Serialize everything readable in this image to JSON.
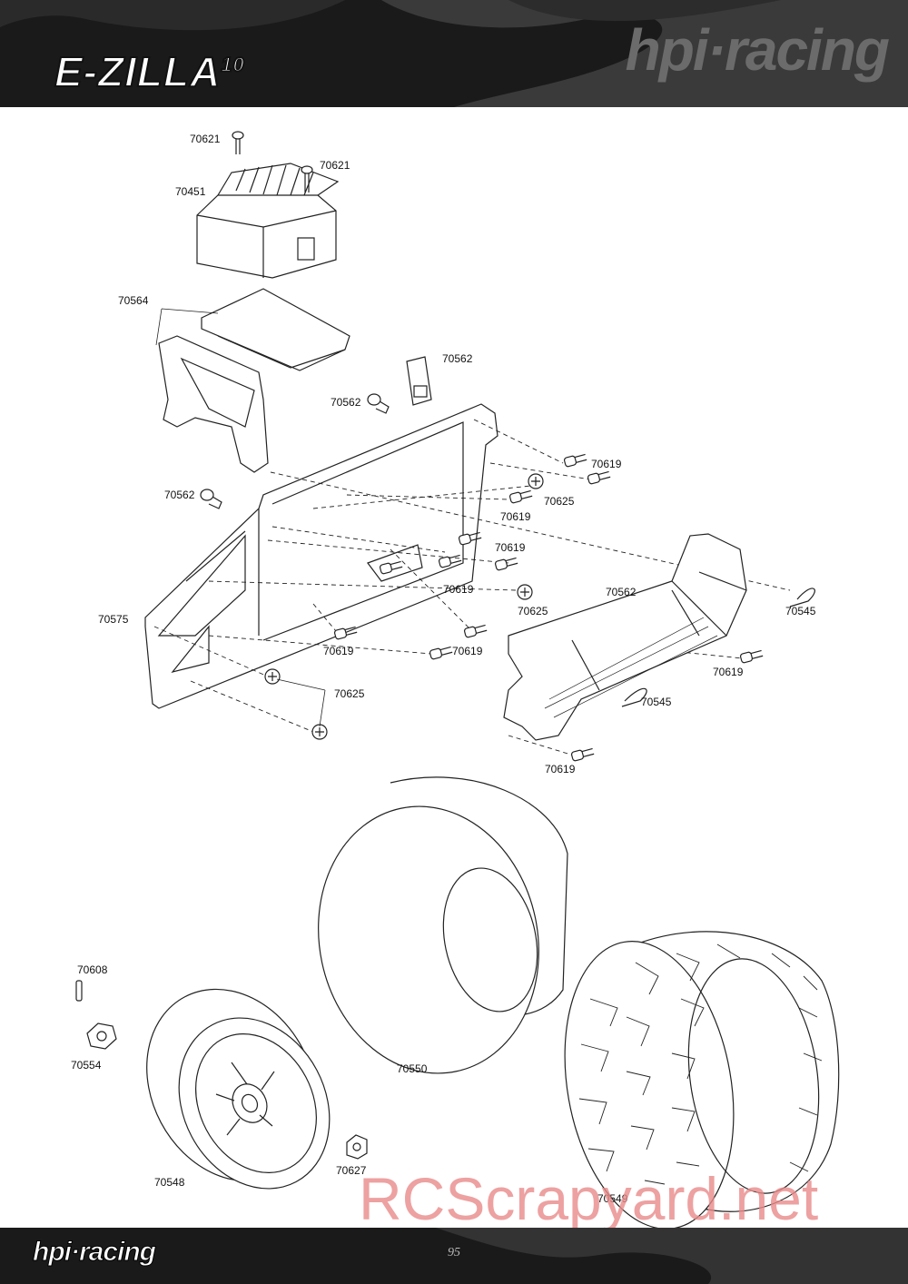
{
  "header": {
    "model_logo": "E-ZILLA",
    "model_logo_sup": "10",
    "brand": "hpi·racing"
  },
  "parts": {
    "p70621_a": "70621",
    "p70621_b": "70621",
    "p70451": "70451",
    "p70564": "70564",
    "p70562_clip": "70562",
    "p70562_post_a": "70562",
    "p70562_post_b": "70562",
    "p70562_battery": "70562",
    "p70619_a": "70619",
    "p70625_a": "70625",
    "p70619_b": "70619",
    "p70619_c": "70619",
    "p70619_d": "70619",
    "p70625_b": "70625",
    "p70545_a": "70545",
    "p70575": "70575",
    "p70619_e": "70619",
    "p70619_f": "70619",
    "p70619_g": "70619",
    "p70545_b": "70545",
    "p70625_c": "70625",
    "p70619_h": "70619",
    "p70608": "70608",
    "p70554": "70554",
    "p70550": "70550",
    "p70627": "70627",
    "p70548": "70548",
    "p70549": "70549"
  },
  "footer": {
    "brand": "hpi·racing",
    "page_number": "95"
  },
  "watermark": "RCScrapyard.net"
}
